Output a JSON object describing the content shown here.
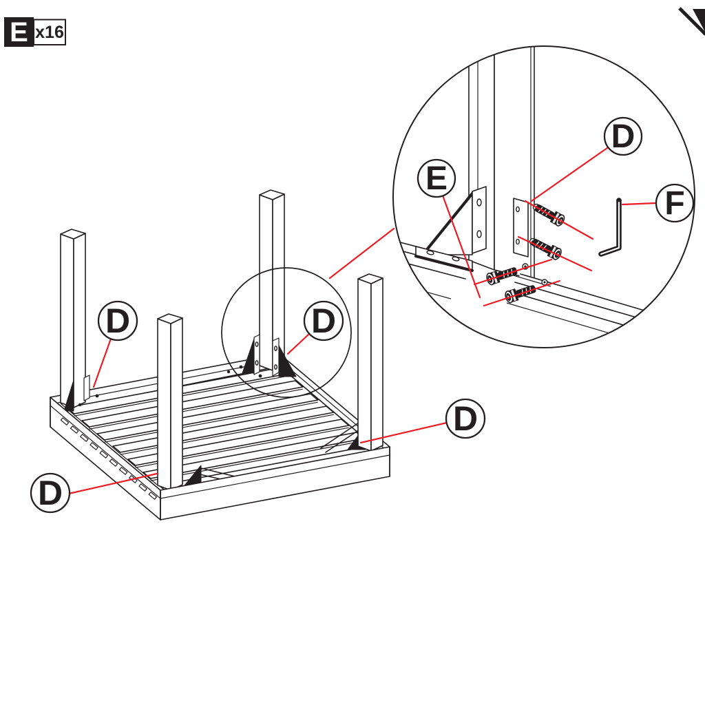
{
  "colors": {
    "background": "#ffffff",
    "line": "#231f20",
    "red": "#ed1c24"
  },
  "badge": {
    "part_letter": "E",
    "quantity": "x16"
  },
  "main_view": {
    "callouts": [
      {
        "label": "D"
      },
      {
        "label": "D"
      },
      {
        "label": "D"
      },
      {
        "label": "D"
      }
    ]
  },
  "detail_view": {
    "callouts": {
      "screw": {
        "label": "D"
      },
      "bracket": {
        "label": "E"
      },
      "allen_key": {
        "label": "F"
      }
    }
  }
}
